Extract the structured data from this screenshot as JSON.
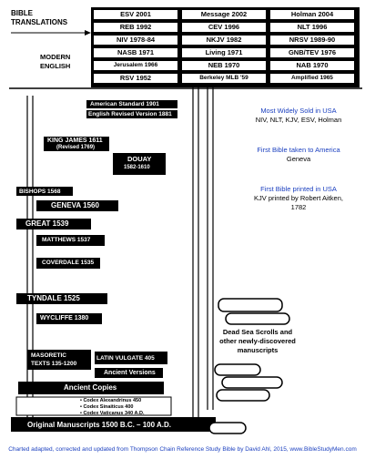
{
  "header": {
    "bible_translations": [
      "BIBLE",
      "TRANSLATIONS"
    ],
    "modern_english": [
      "MODERN",
      "ENGLISH"
    ]
  },
  "modern_books": [
    [
      "ESV 2001",
      "Message 2002",
      "Holman 2004"
    ],
    [
      "REB 1992",
      "CEV 1996",
      "NLT 1996"
    ],
    [
      "NIV 1978-84",
      "NKJV 1982",
      "NRSV 1989-90"
    ],
    [
      "NASB 1971",
      "Living 1971",
      "GNB/TEV 1976"
    ],
    [
      "Jerusalem 1966",
      "NEB 1970",
      "NAB 1970"
    ],
    [
      "RSV 1952",
      "Berkeley MLB '59",
      "Amplified 1965"
    ]
  ],
  "tree": {
    "american_standard": "American Standard 1901",
    "english_revised": "English Revised Version 1881",
    "king_james": "KING JAMES 1611",
    "king_james_revised": "(Revised 1769)",
    "douay": "DOUAY",
    "douay_years": "1582-1610",
    "bishops": "BISHOPS 1568",
    "geneva": "GENEVA 1560",
    "great": "GREAT  1539",
    "matthews": "MATTHEWS 1537",
    "coverdale": "COVERDALE 1535",
    "tyndale": "TYNDALE  1525",
    "wycliffe": "WYCLIFFE 1380",
    "masoretic": [
      "MASORETIC",
      "TEXTS 135-1200"
    ],
    "latin_vulgate": "LATIN VULGATE 405",
    "ancient_versions": "Ancient Versions",
    "ancient_copies": "Ancient Copies",
    "codices": [
      "• Codex Alexandrinus 450",
      "• Codex Sinaiticus  400",
      "• Codex Vaticanus  340 A.D."
    ],
    "original_manuscripts": "Original Manuscripts  1500 B.C. – 100 A.D.",
    "dead_sea": [
      "Dead Sea Scrolls and",
      "other newly-discovered",
      "manuscripts"
    ]
  },
  "side_notes": [
    {
      "title": "Most Widely Sold in USA",
      "value": "NIV, NLT, KJV, ESV, Holman"
    },
    {
      "title": "First Bible taken to America",
      "value": "Geneva"
    },
    {
      "title": "First Bible printed in USA",
      "value": "KJV printed by Robert Aitken, 1782"
    }
  ],
  "caption": "Charted adapted, corrected and updated from Thompson Chain Reference Study Bible by David Ahl, 2015, www.BibleStudyMen.com",
  "colors": {
    "accent_blue": "#1a3fbf",
    "ink": "#000000",
    "paper": "#ffffff",
    "shade": "#9a9a9a"
  }
}
